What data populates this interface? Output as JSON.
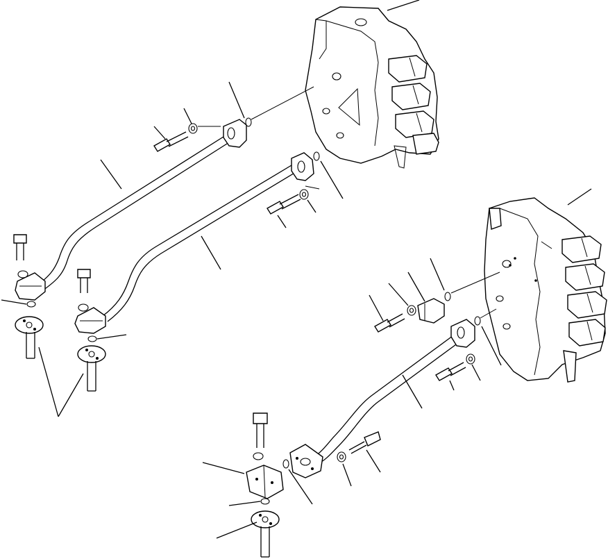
{
  "diagram": {
    "background": "#ffffff",
    "ink": "#000000",
    "components": [
      {
        "name": "control-valve-upper"
      },
      {
        "name": "control-valve-lower"
      },
      {
        "name": "tube-upper-left"
      },
      {
        "name": "tube-upper-right"
      },
      {
        "name": "tube-lower"
      },
      {
        "name": "flange-block"
      },
      {
        "name": "cover-plate"
      }
    ],
    "fastener_kinds": [
      "bolt",
      "washer",
      "o-ring",
      "flange-fitting"
    ]
  }
}
